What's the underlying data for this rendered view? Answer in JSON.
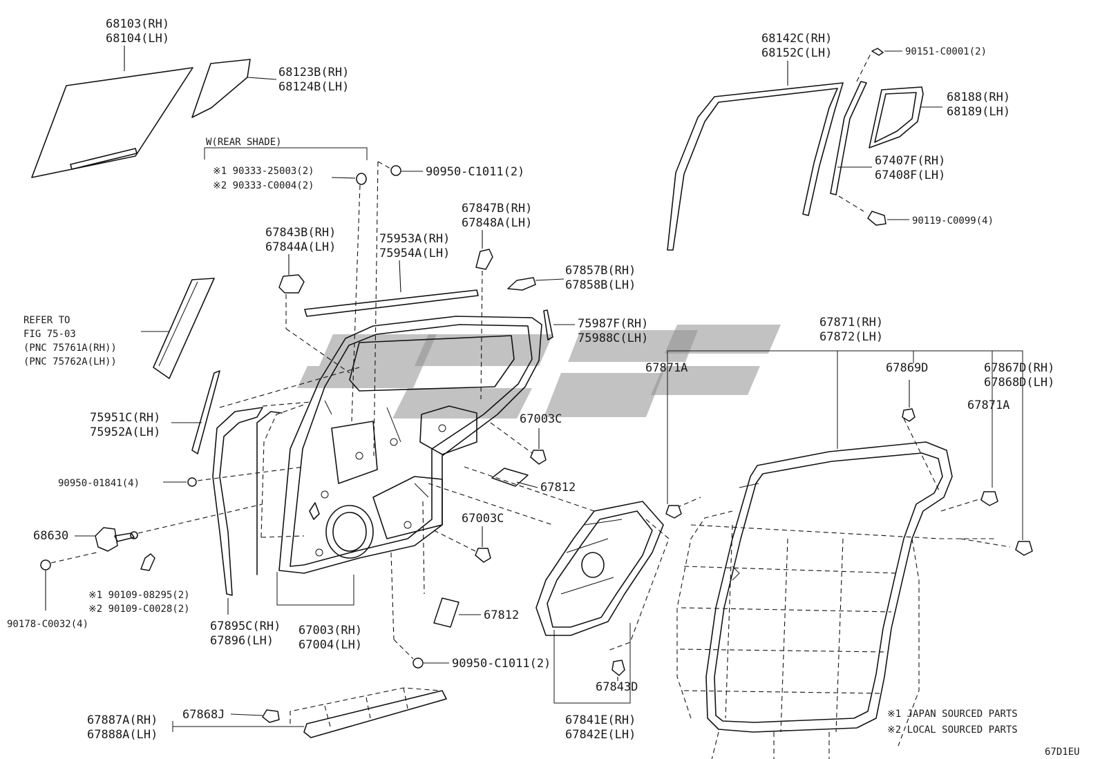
{
  "diagram": {
    "section_label": "W(REAR SHADE)",
    "drawing_code": "67D1EU",
    "notes": [
      "※1 JAPAN SOURCED PARTS",
      "※2 LOCAL SOURCED PARTS"
    ],
    "refer": [
      "REFER TO",
      "FIG 75-03",
      "(PNC 75761A(RH))",
      "(PNC 75762A(LH))"
    ],
    "labels": {
      "p68103": [
        "68103(RH)",
        "68104(LH)"
      ],
      "p68123": [
        "68123B(RH)",
        "68124B(LH)"
      ],
      "p90333": [
        "※1 90333-25003(2)",
        "※2 90333-C0004(2)"
      ],
      "p90950a": [
        "90950-C1011(2)"
      ],
      "p67847": [
        "67847B(RH)",
        "67848A(LH)"
      ],
      "p67843b": [
        "67843B(RH)",
        "67844A(LH)"
      ],
      "p75953": [
        "75953A(RH)",
        "75954A(LH)"
      ],
      "p67857": [
        "67857B(RH)",
        "67858B(LH)"
      ],
      "p75987": [
        "75987F(RH)",
        "75988C(LH)"
      ],
      "p75951": [
        "75951C(RH)",
        "75952A(LH)"
      ],
      "p67003c1": [
        "67003C"
      ],
      "p90950b": [
        "90950-01841(4)"
      ],
      "p67812a": [
        "67812"
      ],
      "p68630": [
        "68630"
      ],
      "p67003c2": [
        "67003C"
      ],
      "p90109": [
        "※1 90109-08295(2)",
        "※2 90109-C0028(2)"
      ],
      "p90178": [
        "90178-C0032(4)"
      ],
      "p67895": [
        "67895C(RH)",
        "67896(LH)"
      ],
      "p67003": [
        "67003(RH)",
        "67004(LH)"
      ],
      "p67812b": [
        "67812"
      ],
      "p90950c": [
        "90950-C1011(2)"
      ],
      "p67843d": [
        "67843D"
      ],
      "p67887": [
        "67887A(RH)",
        "67888A(LH)"
      ],
      "p67868j": [
        "67868J"
      ],
      "p67841": [
        "67841E(RH)",
        "67842E(LH)"
      ],
      "p68142": [
        "68142C(RH)",
        "68152C(LH)"
      ],
      "p90151": [
        "90151-C0001(2)"
      ],
      "p68188": [
        "68188(RH)",
        "68189(LH)"
      ],
      "p67407": [
        "67407F(RH)",
        "67408F(LH)"
      ],
      "p90119": [
        "90119-C0099(4)"
      ],
      "p67871": [
        "67871(RH)",
        "67872(LH)"
      ],
      "p67871a1": [
        "67871A"
      ],
      "p67869d": [
        "67869D"
      ],
      "p67867d": [
        "67867D(RH)",
        "67868D(LH)"
      ],
      "p67871a2": [
        "67871A"
      ]
    }
  }
}
